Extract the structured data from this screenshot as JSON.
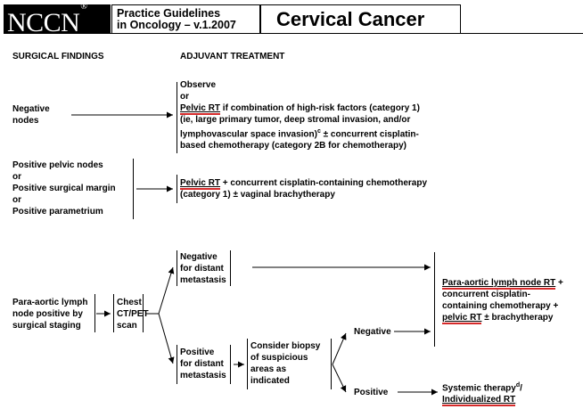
{
  "header": {
    "logo": "NCCN",
    "logo_mark": "®",
    "guidelines_line1": "Practice Guidelines",
    "guidelines_line2": "in Oncology – v.1.2007",
    "title": "Cervical Cancer"
  },
  "columns": {
    "surgical_findings": "SURGICAL FINDINGS",
    "adjuvant_treatment": "ADJUVANT TREATMENT"
  },
  "negative_nodes": {
    "finding_line1": "Negative",
    "finding_line2": "nodes",
    "observe": "Observe",
    "or": "or",
    "pelvic_rt": "Pelvic RT",
    "line1_rest": " if combination of high-risk factors (category 1)",
    "line2": "(ie, large primary tumor, deep stromal invasion, and/or",
    "line3": "lymphovascular space invasion)",
    "line3_sup": "c",
    "line3_rest": " ± concurrent cisplatin-",
    "line4": "based chemotherapy (category 2B for chemotherapy)"
  },
  "positive_pelvic": {
    "finding_line1": "Positive pelvic nodes",
    "or1": "or",
    "finding_line2": "Positive surgical margin",
    "or2": "or",
    "finding_line3": "Positive parametrium",
    "pelvic_rt": "Pelvic RT",
    "line1_rest": " + concurrent cisplatin-containing chemotherapy",
    "line2": "(category 1) ± vaginal brachytherapy"
  },
  "para_aortic": {
    "finding_line1": "Para-aortic lymph",
    "finding_line2": "node positive by",
    "finding_line3": "surgical staging",
    "scan_line1": "Chest",
    "scan_line2": "CT/PET",
    "scan_line3": "scan",
    "neg_distant_1": "Negative",
    "neg_distant_2": "for distant",
    "neg_distant_3": "metastasis",
    "pos_distant_1": "Positive",
    "pos_distant_2": "for distant",
    "pos_distant_3": "metastasis",
    "biopsy_1": "Consider biopsy",
    "biopsy_2": "of suspicious",
    "biopsy_3": "areas as",
    "biopsy_4": "indicated",
    "negative": "Negative",
    "positive": "Positive",
    "tx_line1": "Para-aortic lymph node RT",
    "tx_line1_rest": " +",
    "tx_line2": "concurrent cisplatin-",
    "tx_line3": "containing chemotherapy +",
    "tx_line4": "pelvic RT",
    "tx_line4_rest": " ± brachytherapy",
    "systemic": "Systemic therapy",
    "systemic_sup": "d",
    "systemic_slash": "/",
    "individualized": "Individualized RT"
  },
  "colors": {
    "underline_red": "#d62a2a",
    "logo_bg": "#000000"
  }
}
